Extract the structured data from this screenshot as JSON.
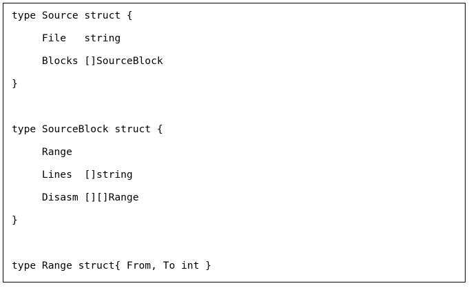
{
  "colors": {
    "background": "#ffffff",
    "border": "#000000",
    "text": "#000000"
  },
  "code": {
    "lines": [
      "type Source struct {",
      "     File   string",
      "     Blocks []SourceBlock",
      "}",
      "",
      "type SourceBlock struct {",
      "     Range",
      "     Lines  []string",
      "     Disasm [][]Range",
      "}",
      "",
      "type Range struct{ From, To int }"
    ]
  }
}
